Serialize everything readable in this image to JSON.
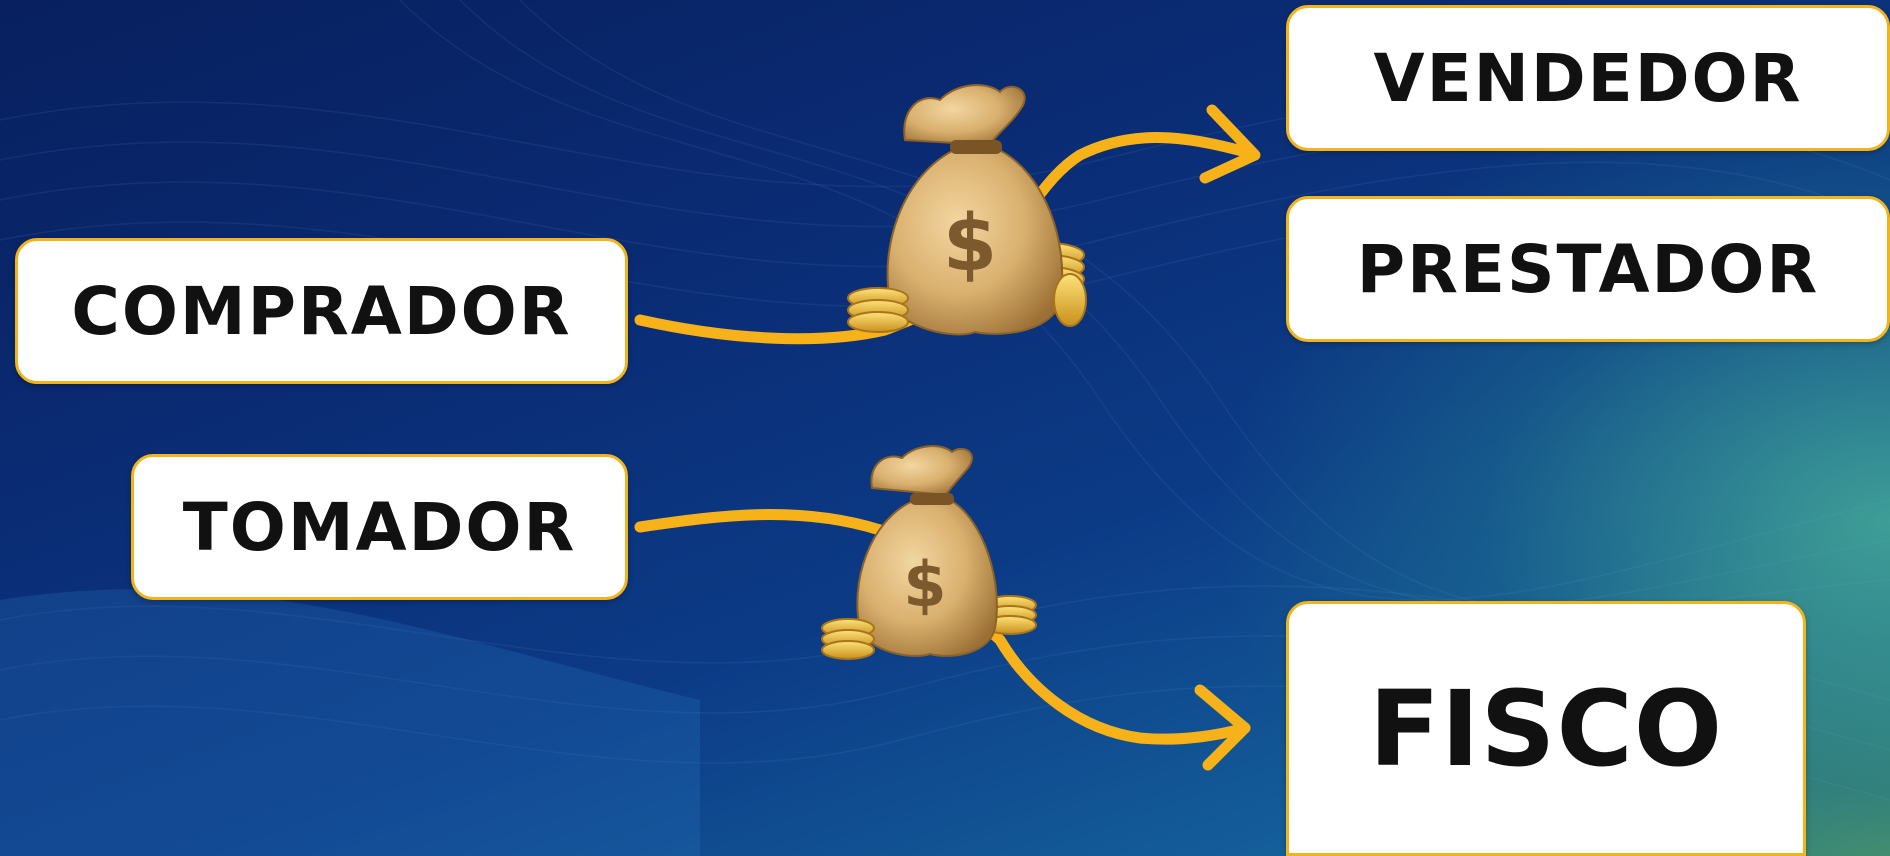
{
  "boxes": {
    "comprador": "COMPRADOR",
    "tomador": "TOMADOR",
    "vendedor": "VENDEDOR",
    "prestador": "PRESTADOR",
    "fisco": "FISCO"
  },
  "icons": {
    "bag_top": "money-bag-icon",
    "bag_bottom": "money-bag-icon",
    "currency_symbol": "$"
  },
  "colors": {
    "arrow": "#f7b21a",
    "box_border": "#f2b41c",
    "box_fill": "#ffffff",
    "text": "#111111"
  }
}
